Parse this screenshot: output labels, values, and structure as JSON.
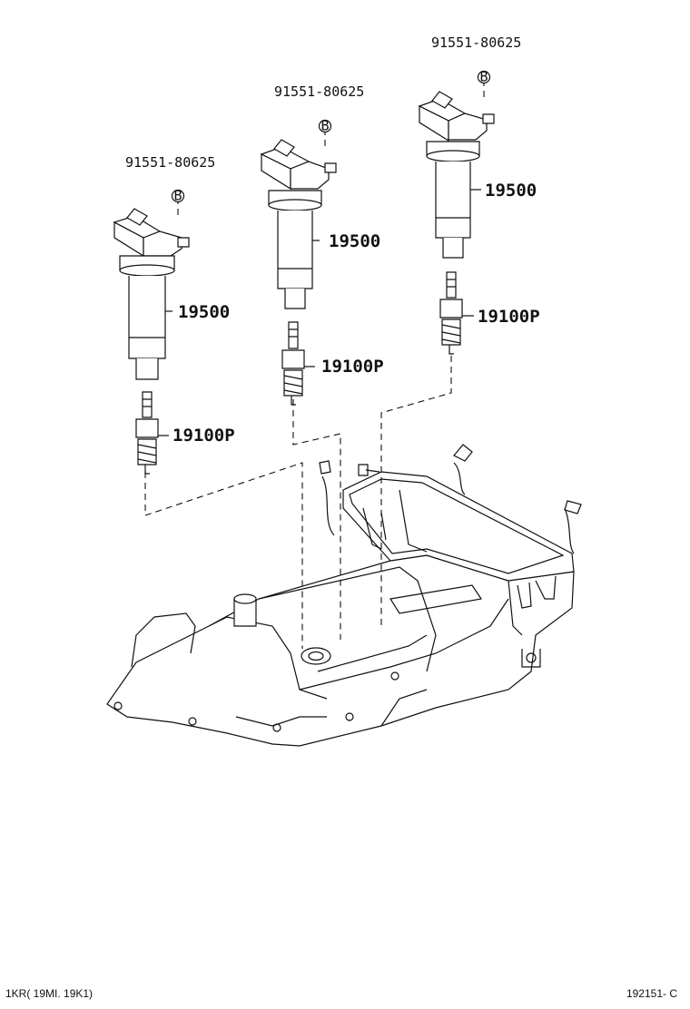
{
  "callouts": {
    "bolt_left": "91551-80625",
    "bolt_mid": "91551-80625",
    "bolt_right": "91551-80625",
    "bolt_marker": "B",
    "coil_left": "19500",
    "coil_mid": "19500",
    "coil_right": "19500",
    "plug_left": "19100P",
    "plug_mid": "19100P",
    "plug_right": "19100P"
  },
  "footer": {
    "engine_code": "1KR( 19MI. 19K1)",
    "figure_code": "192151- C"
  }
}
